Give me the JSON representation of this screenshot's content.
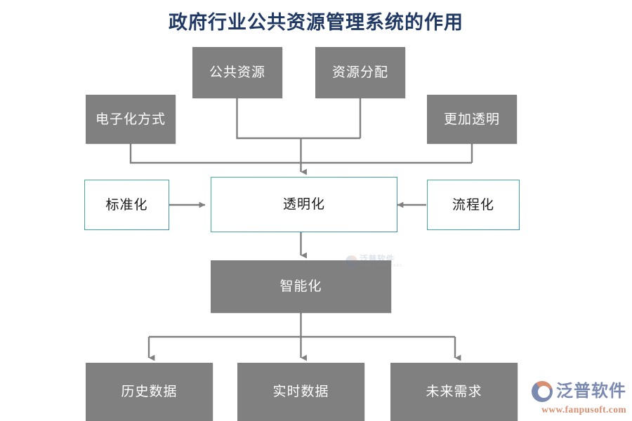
{
  "title": "政府行业公共资源管理系统的作用",
  "colors": {
    "title": "#1F3864",
    "box_fill": "#808080",
    "box_text": "#FFFFFF",
    "outline_border": "#45B291",
    "outline_text": "#1A1A1A",
    "connector": "#808080",
    "logo_blue": "#7B8AB0",
    "logo_orange": "#D98F72",
    "background": "#FFFFFF"
  },
  "diagram": {
    "type": "flowchart",
    "rows": {
      "inputs_top": [
        {
          "id": "public-resource",
          "label": "公共资源",
          "style": "gray"
        },
        {
          "id": "resource-allocation",
          "label": "资源分配",
          "style": "gray"
        }
      ],
      "inputs_side": [
        {
          "id": "electronic-method",
          "label": "电子化方式",
          "style": "gray"
        },
        {
          "id": "more-transparent",
          "label": "更加透明",
          "style": "gray"
        }
      ],
      "middle": [
        {
          "id": "standardization",
          "label": "标准化",
          "style": "outline"
        },
        {
          "id": "transparency",
          "label": "透明化",
          "style": "outline"
        },
        {
          "id": "processization",
          "label": "流程化",
          "style": "outline"
        }
      ],
      "hub": [
        {
          "id": "intelligence",
          "label": "智能化",
          "style": "gray"
        }
      ],
      "outputs": [
        {
          "id": "historical-data",
          "label": "历史数据",
          "style": "gray"
        },
        {
          "id": "realtime-data",
          "label": "实时数据",
          "style": "gray"
        },
        {
          "id": "future-demand",
          "label": "未来需求",
          "style": "gray"
        }
      ]
    },
    "edges": [
      {
        "from": "public-resource",
        "to": "transparency",
        "arrow": "down"
      },
      {
        "from": "resource-allocation",
        "to": "transparency",
        "arrow": "down"
      },
      {
        "from": "electronic-method",
        "to": "transparency",
        "arrow": "down"
      },
      {
        "from": "more-transparent",
        "to": "transparency",
        "arrow": "down"
      },
      {
        "from": "standardization",
        "to": "transparency",
        "arrow": "right"
      },
      {
        "from": "processization",
        "to": "transparency",
        "arrow": "left"
      },
      {
        "from": "transparency",
        "to": "intelligence",
        "arrow": "down"
      },
      {
        "from": "intelligence",
        "to": "historical-data",
        "arrow": "down"
      },
      {
        "from": "intelligence",
        "to": "realtime-data",
        "arrow": "down"
      },
      {
        "from": "intelligence",
        "to": "future-demand",
        "arrow": "down"
      }
    ]
  },
  "watermark": {
    "cn": "泛普软件",
    "en": "FANPU SOFTWARE"
  },
  "logo": {
    "cn": "泛普软件",
    "url": "www.fanpusoft.com"
  }
}
